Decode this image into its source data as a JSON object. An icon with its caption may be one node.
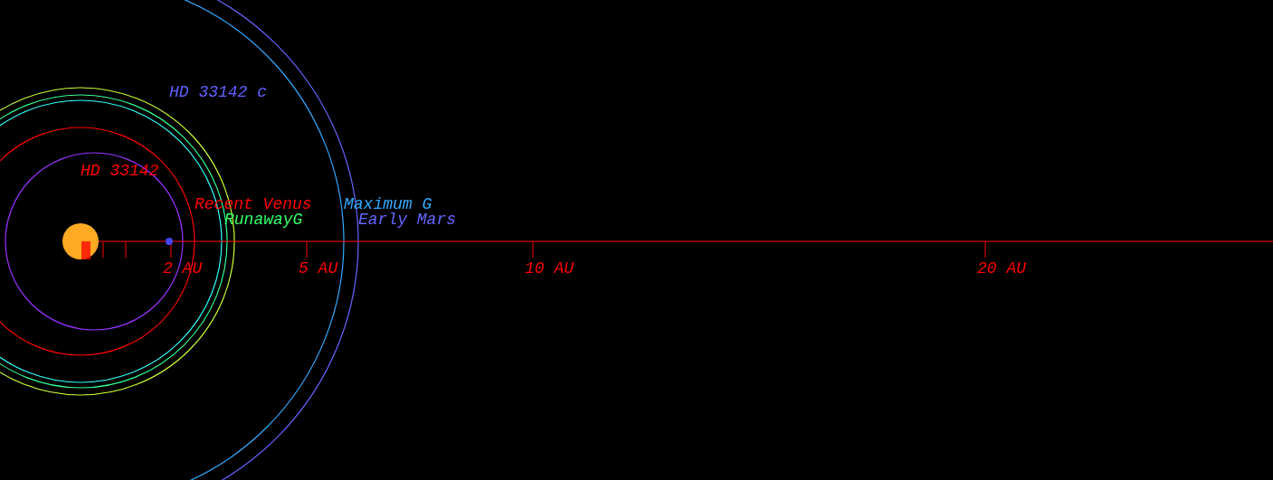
{
  "diagram": {
    "labels": [
      "HD 33142 c",
      "HD 33142",
      "Recent Venus",
      "Maximum G",
      "RunawayG",
      "Early Mars",
      "2 AU",
      "5 AU",
      "10 AU",
      "20 AU"
    ]
  }
}
